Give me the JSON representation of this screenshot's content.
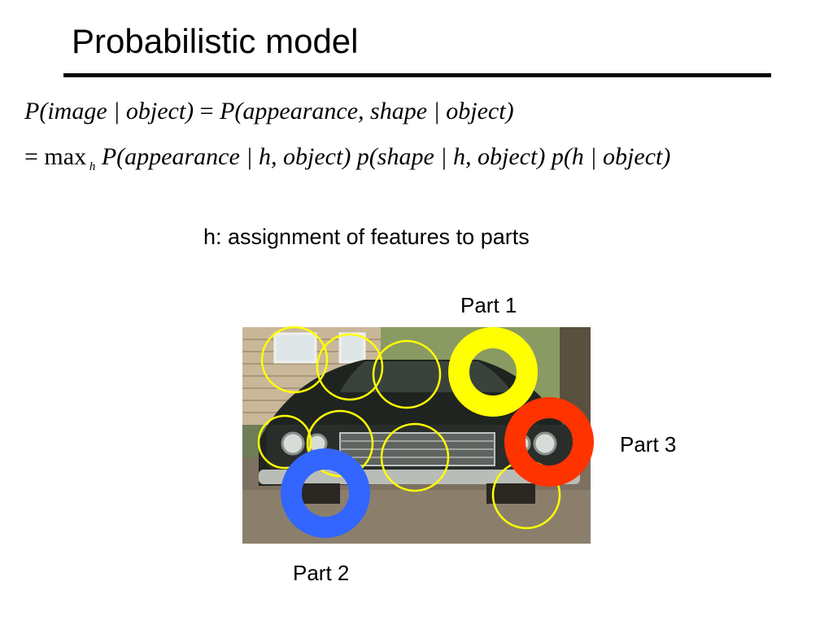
{
  "slide": {
    "title": "Probabilistic model",
    "equation_line1": "P(image | object) = P(appearance, shape | object)",
    "equation_line2": "= max_h P(appearance | h, object) p(shape | h, object) p(h | object)",
    "caption": "h: assignment of features to parts"
  },
  "parts": [
    {
      "label": "Part 1",
      "color": "#ffff00"
    },
    {
      "label": "Part 2",
      "color": "#3366ff"
    },
    {
      "label": "Part 3",
      "color": "#ff3300"
    }
  ],
  "feature_circle_color": "#ffff00",
  "photo": {
    "subject": "car-front-photo"
  }
}
